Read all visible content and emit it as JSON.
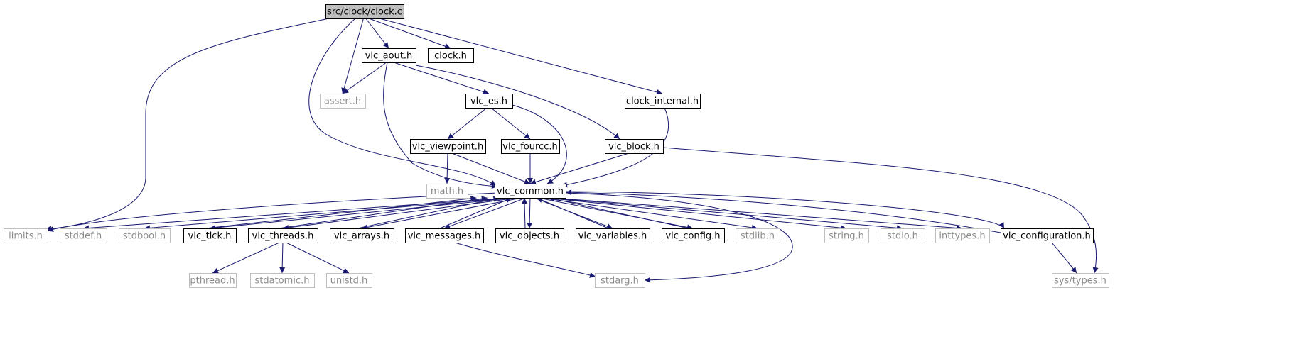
{
  "graph": {
    "colors": {
      "edge": "#191970",
      "node_border": "#000000",
      "ext_border": "#bfbfbf",
      "root_fill": "#bfbfbf",
      "ext_text": "#8c8c8c",
      "text": "#000000"
    },
    "nodes": [
      {
        "id": "root",
        "label": "src/clock/clock.c",
        "kind": "root"
      },
      {
        "id": "vlc_aout",
        "label": "vlc_aout.h",
        "kind": "internal"
      },
      {
        "id": "clock_h",
        "label": "clock.h",
        "kind": "internal"
      },
      {
        "id": "assert",
        "label": "assert.h",
        "kind": "external"
      },
      {
        "id": "vlc_es",
        "label": "vlc_es.h",
        "kind": "internal"
      },
      {
        "id": "clock_internal",
        "label": "clock_internal.h",
        "kind": "internal"
      },
      {
        "id": "vlc_viewpoint",
        "label": "vlc_viewpoint.h",
        "kind": "internal"
      },
      {
        "id": "vlc_fourcc",
        "label": "vlc_fourcc.h",
        "kind": "internal"
      },
      {
        "id": "vlc_block",
        "label": "vlc_block.h",
        "kind": "internal"
      },
      {
        "id": "math",
        "label": "math.h",
        "kind": "external"
      },
      {
        "id": "vlc_common",
        "label": "vlc_common.h",
        "kind": "internal"
      },
      {
        "id": "limits",
        "label": "limits.h",
        "kind": "external"
      },
      {
        "id": "stddef",
        "label": "stddef.h",
        "kind": "external"
      },
      {
        "id": "stdbool",
        "label": "stdbool.h",
        "kind": "external"
      },
      {
        "id": "vlc_tick",
        "label": "vlc_tick.h",
        "kind": "internal"
      },
      {
        "id": "vlc_threads",
        "label": "vlc_threads.h",
        "kind": "internal"
      },
      {
        "id": "vlc_arrays",
        "label": "vlc_arrays.h",
        "kind": "internal"
      },
      {
        "id": "vlc_messages",
        "label": "vlc_messages.h",
        "kind": "internal"
      },
      {
        "id": "vlc_objects",
        "label": "vlc_objects.h",
        "kind": "internal"
      },
      {
        "id": "vlc_variables",
        "label": "vlc_variables.h",
        "kind": "internal"
      },
      {
        "id": "vlc_config",
        "label": "vlc_config.h",
        "kind": "internal"
      },
      {
        "id": "stdlib",
        "label": "stdlib.h",
        "kind": "external"
      },
      {
        "id": "string",
        "label": "string.h",
        "kind": "external"
      },
      {
        "id": "stdio",
        "label": "stdio.h",
        "kind": "external"
      },
      {
        "id": "inttypes",
        "label": "inttypes.h",
        "kind": "external"
      },
      {
        "id": "vlc_configuration",
        "label": "vlc_configuration.h",
        "kind": "internal"
      },
      {
        "id": "pthread",
        "label": "pthread.h",
        "kind": "external"
      },
      {
        "id": "stdatomic",
        "label": "stdatomic.h",
        "kind": "external"
      },
      {
        "id": "unistd",
        "label": "unistd.h",
        "kind": "external"
      },
      {
        "id": "stdarg",
        "label": "stdarg.h",
        "kind": "external"
      },
      {
        "id": "sys_types",
        "label": "sys/types.h",
        "kind": "external"
      }
    ],
    "edges": [
      [
        "root",
        "vlc_aout"
      ],
      [
        "root",
        "clock_h"
      ],
      [
        "root",
        "assert"
      ],
      [
        "root",
        "clock_internal"
      ],
      [
        "root",
        "vlc_common"
      ],
      [
        "root",
        "limits"
      ],
      [
        "vlc_aout",
        "assert"
      ],
      [
        "vlc_aout",
        "vlc_es"
      ],
      [
        "vlc_aout",
        "vlc_block"
      ],
      [
        "vlc_aout",
        "vlc_common"
      ],
      [
        "vlc_es",
        "vlc_viewpoint"
      ],
      [
        "vlc_es",
        "vlc_fourcc"
      ],
      [
        "vlc_es",
        "vlc_common"
      ],
      [
        "clock_internal",
        "vlc_common"
      ],
      [
        "vlc_viewpoint",
        "math"
      ],
      [
        "vlc_viewpoint",
        "vlc_common"
      ],
      [
        "vlc_fourcc",
        "vlc_common"
      ],
      [
        "vlc_block",
        "vlc_common"
      ],
      [
        "vlc_block",
        "sys_types"
      ],
      [
        "vlc_common",
        "limits"
      ],
      [
        "vlc_common",
        "stddef"
      ],
      [
        "vlc_common",
        "stdbool"
      ],
      [
        "vlc_common",
        "vlc_tick"
      ],
      [
        "vlc_common",
        "vlc_threads"
      ],
      [
        "vlc_common",
        "vlc_arrays"
      ],
      [
        "vlc_common",
        "vlc_messages"
      ],
      [
        "vlc_common",
        "vlc_objects"
      ],
      [
        "vlc_common",
        "vlc_variables"
      ],
      [
        "vlc_common",
        "vlc_config"
      ],
      [
        "vlc_common",
        "stdlib"
      ],
      [
        "vlc_common",
        "string"
      ],
      [
        "vlc_common",
        "stdio"
      ],
      [
        "vlc_common",
        "inttypes"
      ],
      [
        "vlc_common",
        "vlc_configuration"
      ],
      [
        "vlc_common",
        "stdarg"
      ],
      [
        "vlc_tick",
        "vlc_common"
      ],
      [
        "vlc_threads",
        "vlc_common"
      ],
      [
        "vlc_arrays",
        "vlc_common"
      ],
      [
        "vlc_messages",
        "vlc_common"
      ],
      [
        "vlc_objects",
        "vlc_common"
      ],
      [
        "vlc_variables",
        "vlc_common"
      ],
      [
        "vlc_config",
        "vlc_common"
      ],
      [
        "vlc_configuration",
        "vlc_common"
      ],
      [
        "vlc_threads",
        "pthread"
      ],
      [
        "vlc_threads",
        "stdatomic"
      ],
      [
        "vlc_threads",
        "unistd"
      ],
      [
        "vlc_messages",
        "stdarg"
      ],
      [
        "vlc_configuration",
        "sys_types"
      ]
    ]
  }
}
